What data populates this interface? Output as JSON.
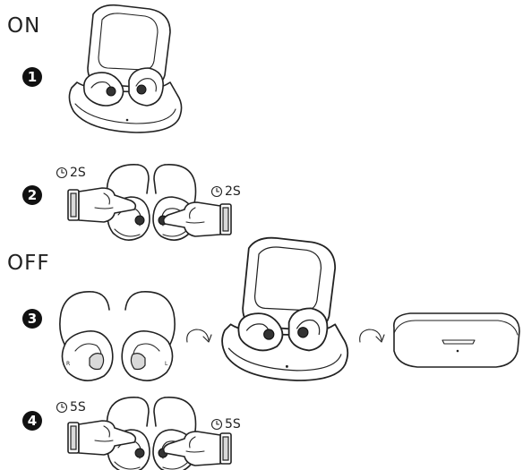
{
  "sections": {
    "on_label": "ON",
    "off_label": "OFF"
  },
  "steps": [
    {
      "number": "1"
    },
    {
      "number": "2",
      "timer_left": "2S",
      "timer_right": "2S"
    },
    {
      "number": "3"
    },
    {
      "number": "4",
      "timer_left": "5S",
      "timer_right": "5S"
    }
  ],
  "icons": [
    "clock-icon",
    "open-case-icon",
    "earbud-icon",
    "finger-press-icon",
    "rotate-arrow-icon",
    "closed-case-icon"
  ]
}
